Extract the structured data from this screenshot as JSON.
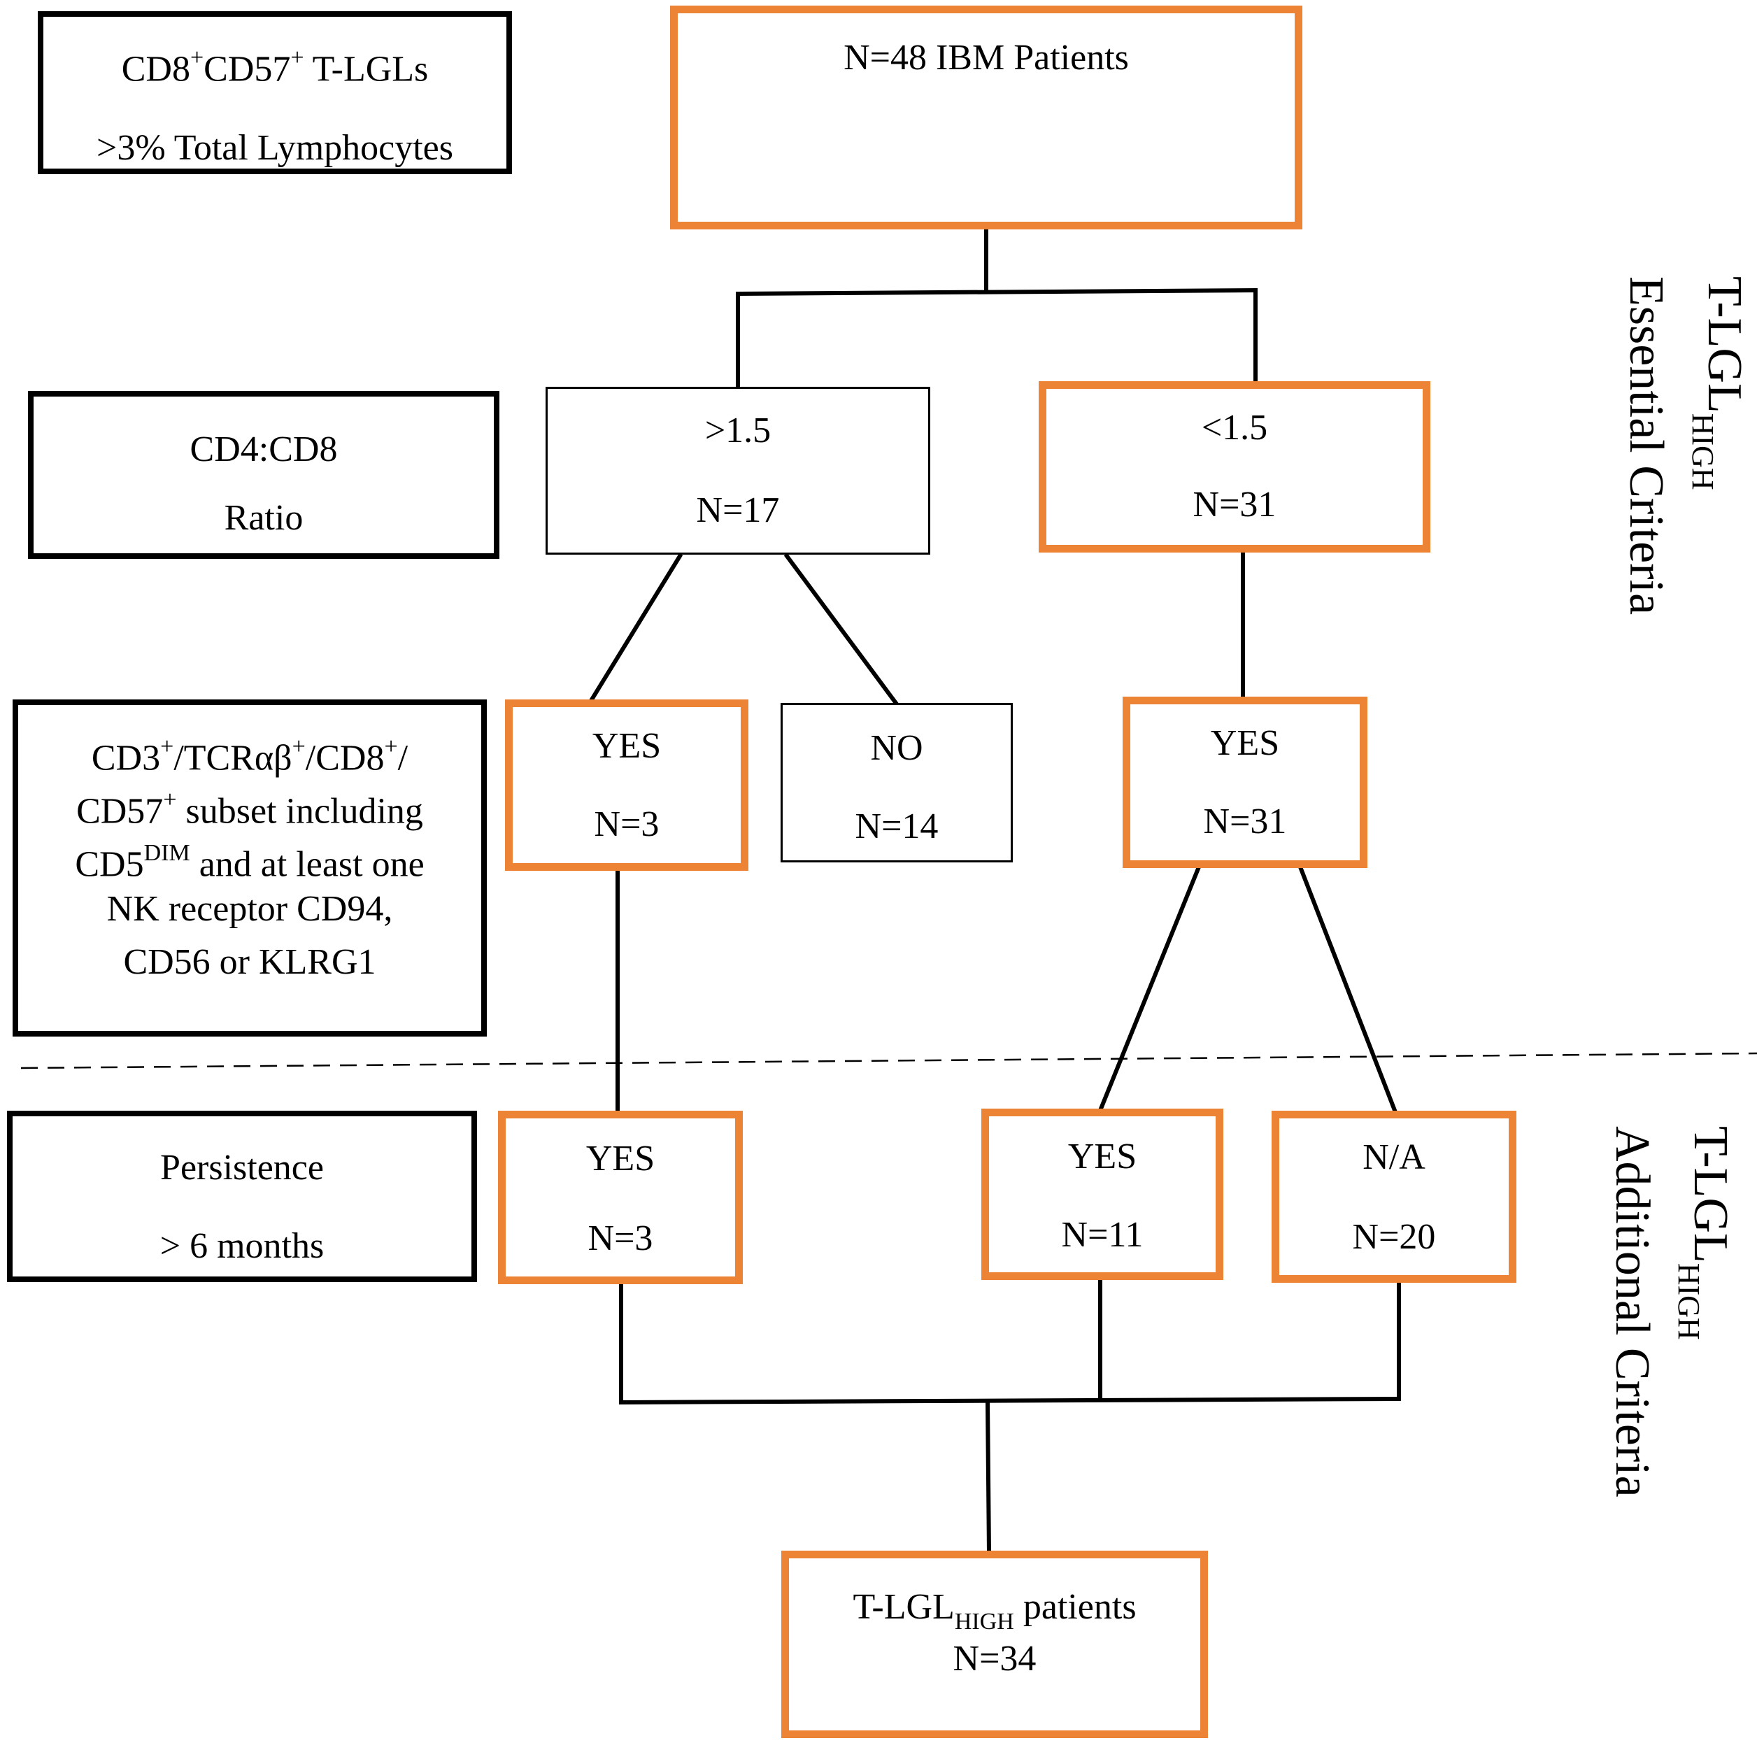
{
  "criteria": {
    "tlgl": {
      "line1_a": "CD8",
      "sup1": "+",
      "line1_b": "CD57",
      "sup2": "+",
      "line1_c": " T-LGLs",
      "line2": ">3% Total Lymphocytes"
    },
    "ratio": {
      "line1": "CD4:CD8",
      "line2": "Ratio"
    },
    "phenotype": {
      "p1": "CD3",
      "s1": "+",
      "p2": "/TCRαβ",
      "s2": "+",
      "p3": "/CD8",
      "s3": "+",
      "p4": "/",
      "p5": "CD57",
      "s5": "+",
      "p6": " subset including",
      "p7": "CD5",
      "s7": "DIM",
      "p8": " and at least one",
      "p9": "NK receptor CD94,",
      "p10": "CD56 or KLRG1"
    },
    "persistence": {
      "line1": "Persistence",
      "line2": "> 6 months"
    }
  },
  "nodes": {
    "root": {
      "label": "N=48 IBM Patients"
    },
    "ratio_high": {
      "label": ">1.5",
      "n": "N=17"
    },
    "ratio_low": {
      "label": "<1.5",
      "n": "N=31"
    },
    "pheno_yes_a": {
      "label": "YES",
      "n": "N=3"
    },
    "pheno_no": {
      "label": "NO",
      "n": "N=14"
    },
    "pheno_yes_b": {
      "label": "YES",
      "n": "N=31"
    },
    "persist_yes_a": {
      "label": "YES",
      "n": "N=3"
    },
    "persist_yes_b": {
      "label": "YES",
      "n": "N=11"
    },
    "persist_na": {
      "label": "N/A",
      "n": "N=20"
    },
    "final": {
      "label_a": "T-LGL",
      "label_sub": "HIGH",
      "label_b": " patients",
      "n": "N=34"
    }
  },
  "side_labels": {
    "essential": {
      "main": "T-LGL",
      "sub": "HIGH",
      "line2": "Essential Criteria"
    },
    "additional": {
      "main": "T-LGL",
      "sub": "HIGH",
      "line2": "Additional Criteria"
    }
  },
  "colors": {
    "highlight_border": "#ED8335",
    "border": "#000000"
  }
}
